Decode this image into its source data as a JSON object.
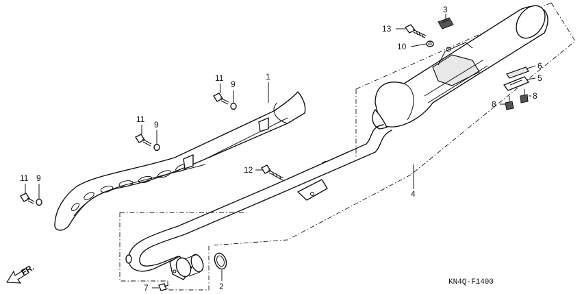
{
  "diagram_code": "KN4Q-F1400",
  "direction_label": "FR.",
  "callouts": [
    {
      "id": "c1",
      "text": "1"
    },
    {
      "id": "c2",
      "text": "2"
    },
    {
      "id": "c3",
      "text": "3"
    },
    {
      "id": "c4",
      "text": "4"
    },
    {
      "id": "c5",
      "text": "5"
    },
    {
      "id": "c6",
      "text": "6"
    },
    {
      "id": "c7",
      "text": "7"
    },
    {
      "id": "c8a",
      "text": "8"
    },
    {
      "id": "c8b",
      "text": "8"
    },
    {
      "id": "c9a",
      "text": "9"
    },
    {
      "id": "c9b",
      "text": "9"
    },
    {
      "id": "c9c",
      "text": "9"
    },
    {
      "id": "c10",
      "text": "10"
    },
    {
      "id": "c11a",
      "text": "11"
    },
    {
      "id": "c11b",
      "text": "11"
    },
    {
      "id": "c11c",
      "text": "11"
    },
    {
      "id": "c12",
      "text": "12"
    },
    {
      "id": "c13",
      "text": "13"
    }
  ]
}
